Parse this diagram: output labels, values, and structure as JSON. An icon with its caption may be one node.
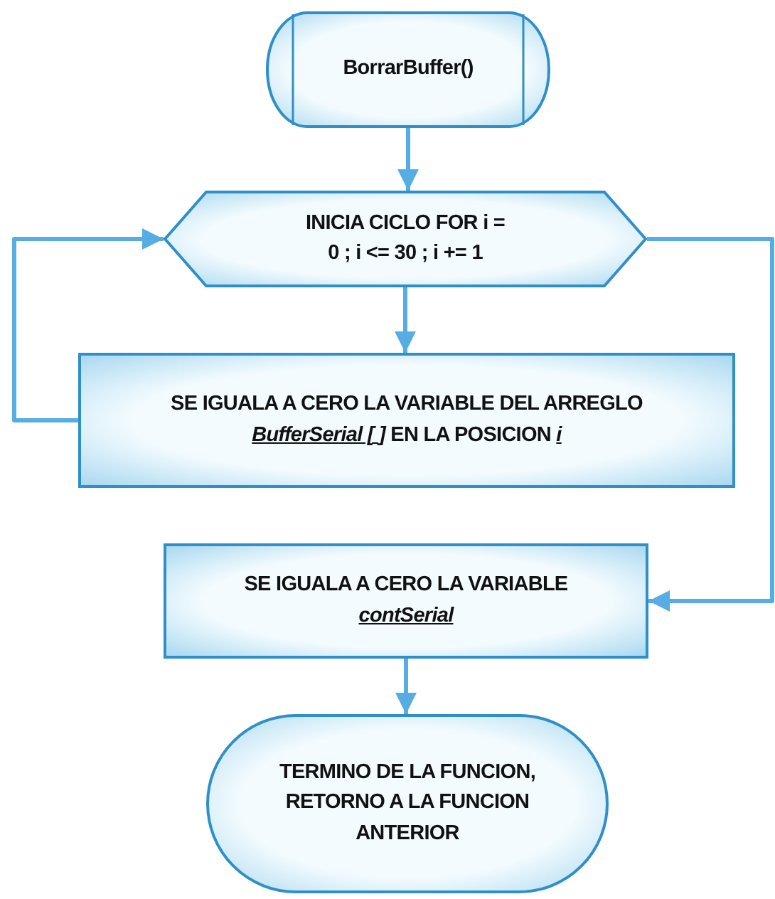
{
  "diagram": {
    "nodes": [
      {
        "text": [
          "BorrarBuffer()"
        ]
      },
      {
        "text": [
          "INICIA CICLO FOR i = 0 ; i <= 30 ; i += 1"
        ]
      },
      {
        "text": [
          "SE IGUALA A CERO LA VARIABLE DEL ARREGLO *BufferSerial [ ]* EN LA POSICION *i*"
        ]
      },
      {
        "text": [
          "SE IGUALA A CERO LA VARIABLE *contSerial*"
        ]
      },
      {
        "text": [
          "TERMINO DE LA FUNCION, RETORNO A LA FUNCION ANTERIOR"
        ]
      }
    ],
    "edges": [
      {
        "from": 0,
        "to": 1,
        "arrow": "to"
      },
      {
        "from": 1,
        "to": 2,
        "arrow": "to"
      },
      {
        "from": 2,
        "to": 1,
        "arrow": "to"
      },
      {
        "from": 1,
        "to": 3,
        "arrow": "to"
      },
      {
        "from": 3,
        "to": 4,
        "arrow": "to"
      }
    ]
  }
}
